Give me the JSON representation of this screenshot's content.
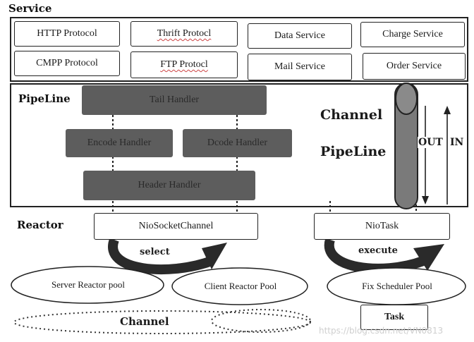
{
  "service": {
    "title": "Service",
    "items": [
      "HTTP Protocol",
      "Thrift Protocl",
      "Data Service",
      "Charge Service",
      "CMPP Protocol",
      "FTP Protocl",
      "Mail Service",
      "Order Service"
    ]
  },
  "pipeline": {
    "title": "PipeLine",
    "tail_handler": "Tail Handler",
    "encode_handler": "Encode Handler",
    "dcode_handler": "Dcode Handler",
    "header_handler": "Header Handler",
    "channel_label_line1": "Channel",
    "channel_label_line2": "PipeLine",
    "out_label": "OUT",
    "in_label": "IN"
  },
  "reactor": {
    "title": "Reactor",
    "nio_socket_channel": "NioSocketChannel",
    "nio_task": "NioTask",
    "select_label": "select",
    "execute_label": "execute",
    "server_reactor_pool": "Server Reactor pool",
    "client_reactor_pool": "Client Reactor Pool",
    "fix_scheduler_pool": "Fix Scheduler Pool",
    "task": "Task",
    "channel": "Channel"
  },
  "watermark": "https://blog.csdn.net/VN0813"
}
